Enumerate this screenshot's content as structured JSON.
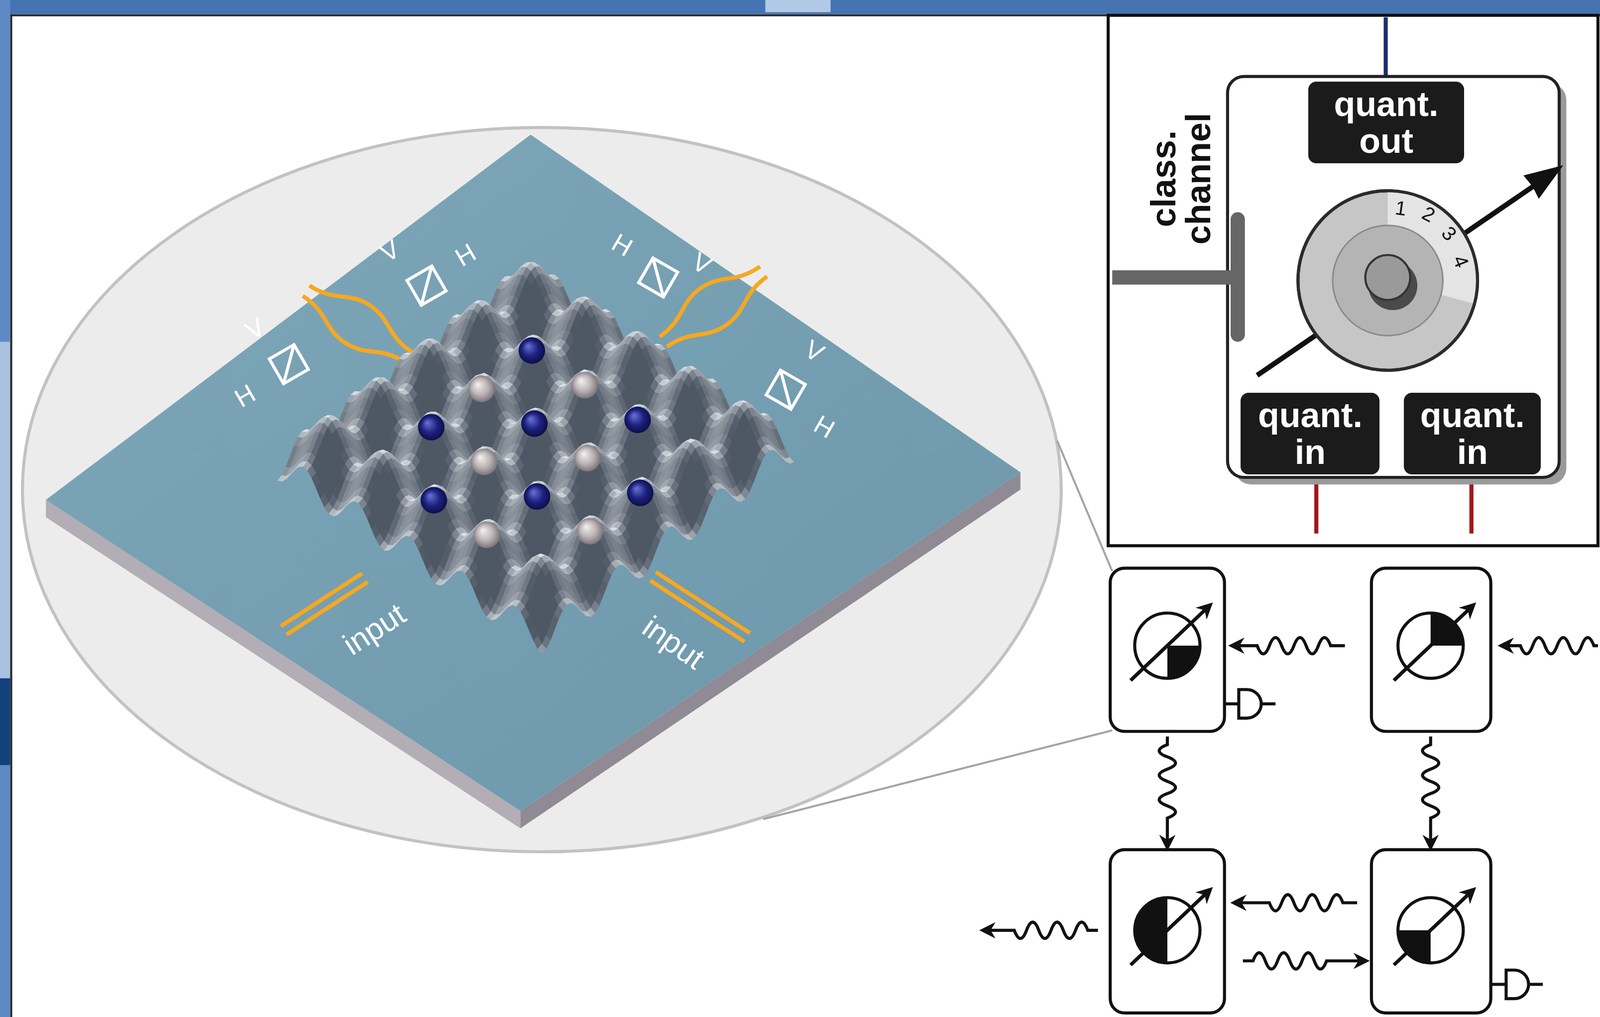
{
  "diagram": {
    "nodes": [
      {
        "text": [
          "quant. out"
        ]
      },
      {
        "text": [
          "quant. in"
        ]
      },
      {
        "text": [
          "quant. in"
        ]
      }
    ],
    "labels": [
      "V",
      "H",
      "V",
      "H",
      "H",
      "V",
      "V",
      "H",
      "input",
      "input",
      "class. channel",
      "1",
      "2",
      "3",
      "4"
    ]
  }
}
